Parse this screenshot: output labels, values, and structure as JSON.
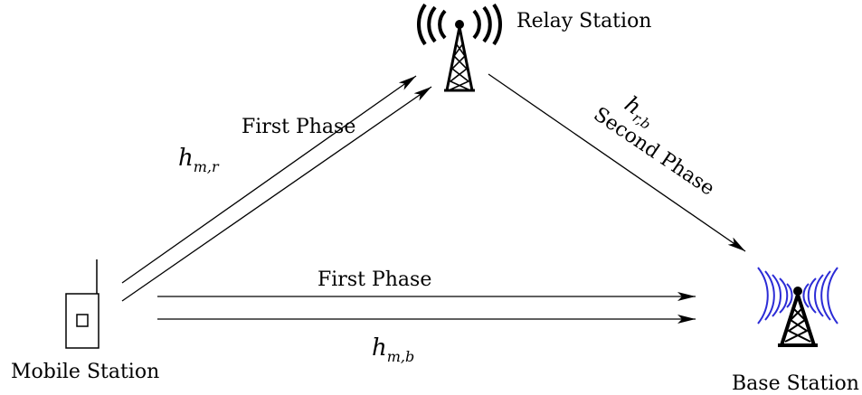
{
  "nodes": {
    "relay": {
      "label": "Relay Station",
      "icon": "radio-tower-icon"
    },
    "base": {
      "label": "Base Station",
      "icon": "radio-tower-icon",
      "wave_color": "#2b2bd6"
    },
    "mobile": {
      "label": "Mobile Station",
      "icon": "mobile-phone-icon"
    }
  },
  "links": {
    "mobile_to_relay": {
      "phase": "First Phase",
      "channel": {
        "base": "h",
        "subscript": "m,r"
      }
    },
    "relay_to_base": {
      "phase": "Second Phase",
      "channel": {
        "base": "h",
        "subscript": "r,b"
      }
    },
    "mobile_to_base": {
      "phase": "First Phase",
      "channel": {
        "base": "h",
        "subscript": "m,b"
      }
    }
  }
}
